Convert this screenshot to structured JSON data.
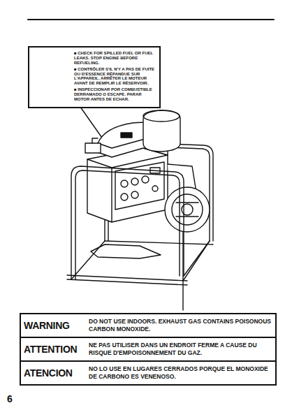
{
  "diagram": {
    "nodes": [
      {
        "text": [
          "■ CHECK FOR SPILLED FUEL OR FUEL LEAKS. STOP ENGINE BEFORE REFUELING.",
          "■ CONTRÔLER S'IL N'Y A PAS DE FUITE OU D'ESSENCE RÉPANDUE SUR L'APPAREIL. ARRÊTER LE MOTEUR AVANT DE REMPLIR LE RÉSERVOIR.",
          "■ INSPECCIONAR POR COMBUSTIBLE DERRAMADO O ESCAPE. PARAR MOTOR ANTES DE ECHAR."
        ]
      },
      {
        "text": [
          "WARNING",
          "DO NOT USE INDOORS. EXHAUST GAS CONTAINS POISONOUS CARBON MONOXIDE.",
          "ATTENTION",
          "NE PAS UTILISER DANS UN ENDROIT FERME A CAUSE DU RISQUE D'EMPOISONNEMENT DU GAZ.",
          "ATENCION",
          "NO LO USE EN LUGARES CERRADOS PORQUE EL MONOXIDE DE CARBONO ES VENENOSO."
        ]
      }
    ],
    "labels": [
      "6"
    ]
  }
}
